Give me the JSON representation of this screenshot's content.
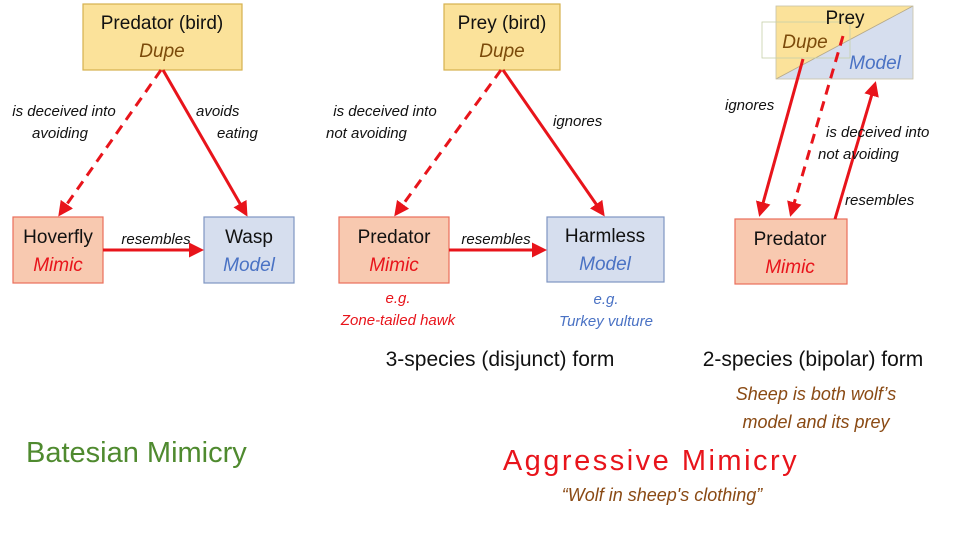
{
  "colors": {
    "dupe_fill": "#fbe29a",
    "dupe_stroke": "#d6b14e",
    "mimic_fill": "#f8c9b0",
    "mimic_stroke": "#ea6d5a",
    "model_fill": "#d6deee",
    "model_stroke": "#7e95c2",
    "arrow": "#e8141b",
    "dupe_text": "#7b4a0a",
    "mimic_text": "#e8141b",
    "model_text": "#4a72c4",
    "batesian_title": "#4f8a2f",
    "aggressive_title": "#e8141b",
    "caption_brown": "#8a4a14"
  },
  "batesian": {
    "dupe": {
      "name": "Predator (bird)",
      "role": "Dupe"
    },
    "mimic": {
      "name": "Hoverfly",
      "role": "Mimic"
    },
    "model": {
      "name": "Wasp",
      "role": "Model"
    },
    "edge_deceived": [
      "is deceived into",
      "avoiding"
    ],
    "edge_avoids": [
      "avoids",
      "eating"
    ],
    "edge_resembles": "resembles",
    "title": "Batesian Mimicry"
  },
  "disjunct": {
    "dupe": {
      "name": "Prey (bird)",
      "role": "Dupe"
    },
    "mimic": {
      "name": "Predator",
      "role": "Mimic",
      "eg": "e.g.",
      "example": "Zone-tailed hawk"
    },
    "model": {
      "name": "Harmless",
      "role": "Model",
      "eg": "e.g.",
      "example": "Turkey vulture"
    },
    "edge_deceived": [
      "is deceived into",
      "not avoiding"
    ],
    "edge_ignores": "ignores",
    "edge_resembles": "resembles",
    "caption": "3-species (disjunct) form"
  },
  "bipolar": {
    "prey": {
      "name": "Prey",
      "dupe_role": "Dupe",
      "model_role": "Model"
    },
    "mimic": {
      "name": "Predator",
      "role": "Mimic"
    },
    "edge_ignores": "ignores",
    "edge_deceived": [
      "is deceived into",
      "not avoiding"
    ],
    "edge_resembles": "resembles",
    "caption": "2-species (bipolar) form",
    "note": [
      "Sheep is both wolf’s",
      "model and its prey"
    ]
  },
  "aggressive": {
    "title": "Aggressive Mimicry",
    "subtitle": "“Wolf in sheep's clothing”"
  }
}
